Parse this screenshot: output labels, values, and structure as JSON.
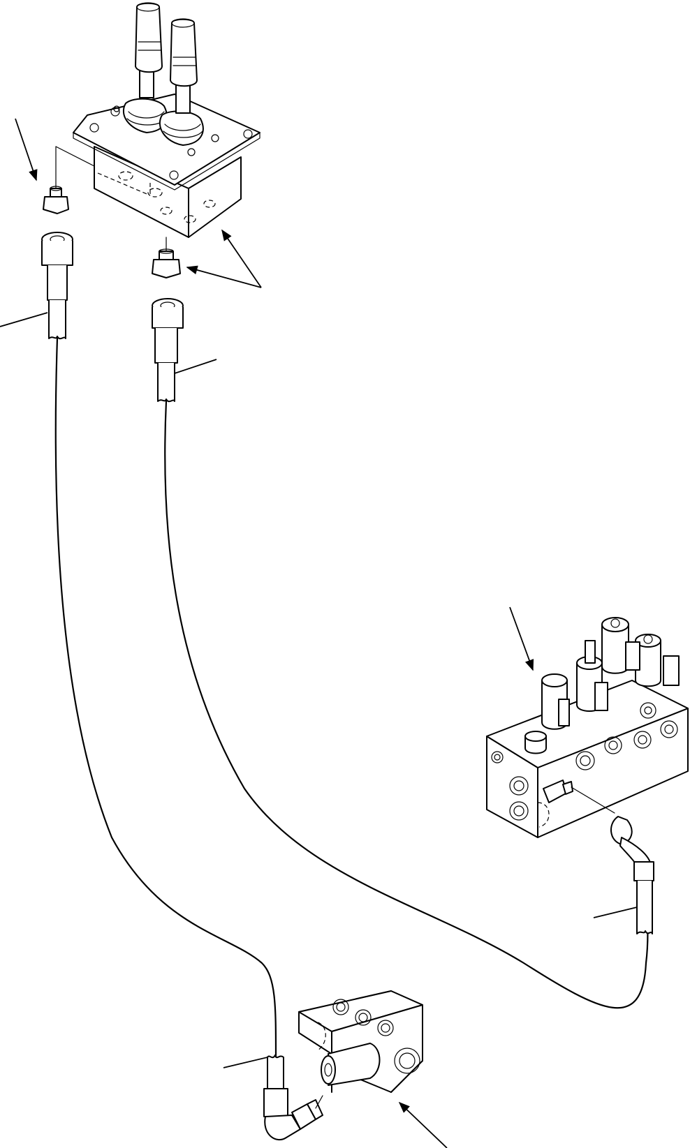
{
  "diagram": {
    "parts": [
      {
        "id": "ppc-valve-joystick-assembly",
        "icon": "joystick-valve-icon"
      },
      {
        "id": "solenoid-valve-block",
        "icon": "solenoid-valve-icon"
      },
      {
        "id": "junction-block",
        "icon": "junction-block-icon"
      },
      {
        "id": "hose-1",
        "icon": "hose-icon"
      },
      {
        "id": "hose-2",
        "icon": "hose-icon"
      },
      {
        "id": "hose-3",
        "icon": "hose-icon"
      },
      {
        "id": "hose-4",
        "icon": "hose-icon"
      },
      {
        "id": "adapter-fittings",
        "icon": "adapter-fitting-icon"
      },
      {
        "id": "elbow-fitting",
        "icon": "elbow-fitting-icon"
      }
    ],
    "callout_labels": []
  }
}
